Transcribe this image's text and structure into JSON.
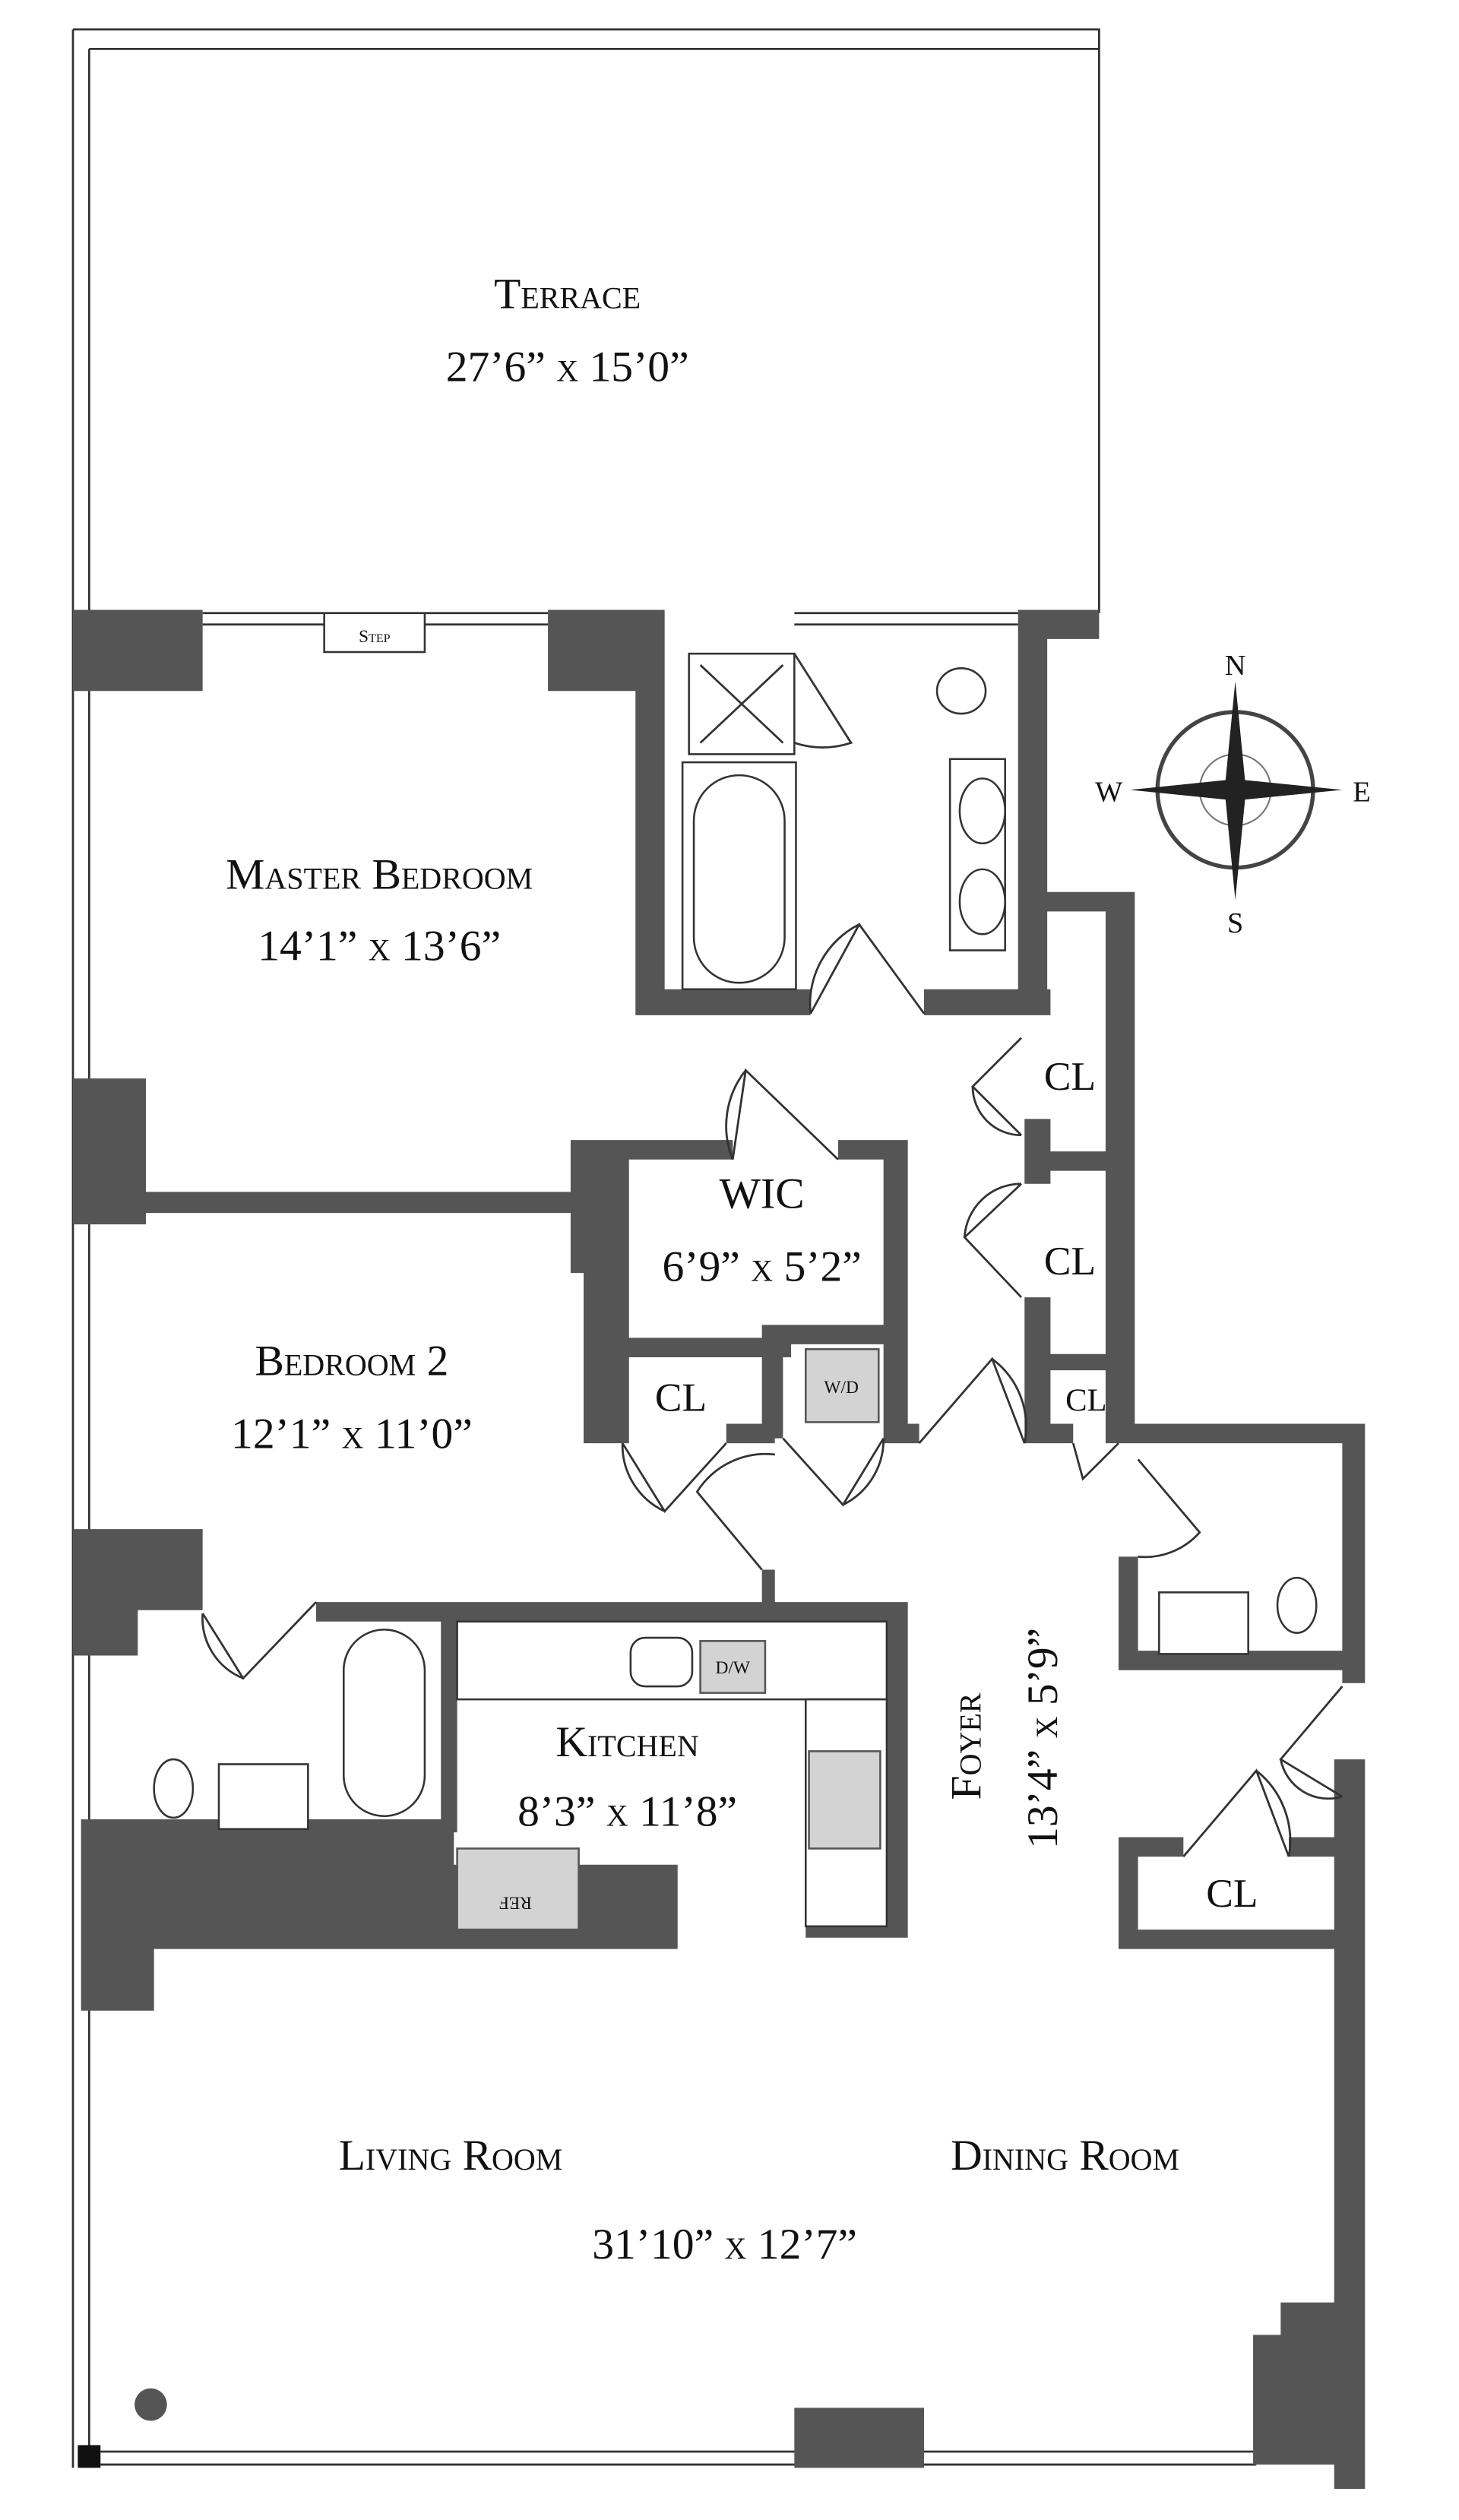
{
  "colors": {
    "wall": "#555555",
    "appliance": "#d3d3d3",
    "text": "#111111"
  },
  "rooms": {
    "terrace": {
      "name": "Terrace",
      "dims": "27’6” x 15’0”"
    },
    "master_bedroom": {
      "name": "Master Bedroom",
      "dims": "14’1” x 13’6”"
    },
    "wic": {
      "name": "WIC",
      "dims": "6’9” x 5’2”"
    },
    "bedroom2": {
      "name": "Bedroom 2",
      "dims": "12’1” x 11’0”"
    },
    "kitchen": {
      "name": "Kitchen",
      "dims": "8’3” x 11’8”"
    },
    "foyer": {
      "name": "Foyer",
      "dims": "13’4” x 5’9”"
    },
    "living_room": {
      "name": "Living Room"
    },
    "dining_room": {
      "name": "Dining Room"
    },
    "living_dining_dims": "31’10” x 12’7”"
  },
  "closets": [
    "CL",
    "CL",
    "CL",
    "CL",
    "CL"
  ],
  "fixtures": {
    "step": "Step",
    "washer_dryer": "W/D",
    "dishwasher": "D/W",
    "refrigerator": "REF"
  },
  "compass": {
    "n": "N",
    "s": "S",
    "e": "E",
    "w": "W"
  }
}
